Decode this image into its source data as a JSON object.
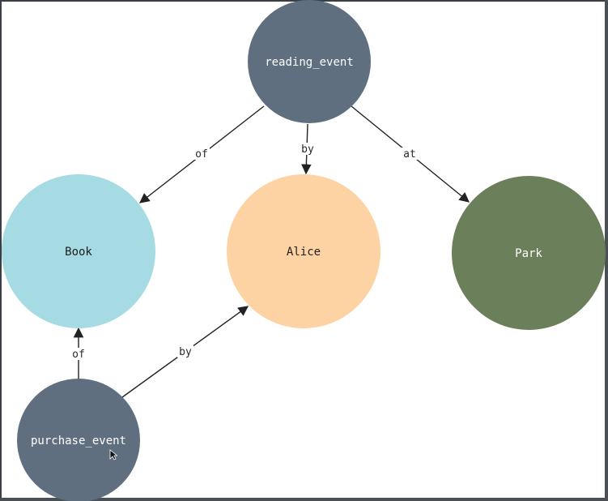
{
  "diagram": {
    "nodes": [
      {
        "id": "reading_event",
        "label": "reading_event",
        "color": "#5f6f80",
        "text_color": "#ffffff"
      },
      {
        "id": "book",
        "label": "Book",
        "color": "#a6dbe3",
        "text_color": "#1e1e1e"
      },
      {
        "id": "alice",
        "label": "Alice",
        "color": "#fed3a3",
        "text_color": "#1e1e1e"
      },
      {
        "id": "park",
        "label": "Park",
        "color": "#6a7f5a",
        "text_color": "#ffffff"
      },
      {
        "id": "purchase_event",
        "label": "purchase_event",
        "color": "#5f6f80",
        "text_color": "#ffffff"
      }
    ],
    "edges": [
      {
        "id": "reading-of-book",
        "from": "reading_event",
        "to": "book",
        "label": "of"
      },
      {
        "id": "reading-by-alice",
        "from": "reading_event",
        "to": "alice",
        "label": "by"
      },
      {
        "id": "reading-at-park",
        "from": "reading_event",
        "to": "park",
        "label": "at"
      },
      {
        "id": "purchase-of-book",
        "from": "purchase_event",
        "to": "book",
        "label": "of"
      },
      {
        "id": "purchase-by-alice",
        "from": "purchase_event",
        "to": "alice",
        "label": "by"
      }
    ],
    "edge_color": "#222222",
    "cursor": "mouse-pointer-icon"
  }
}
